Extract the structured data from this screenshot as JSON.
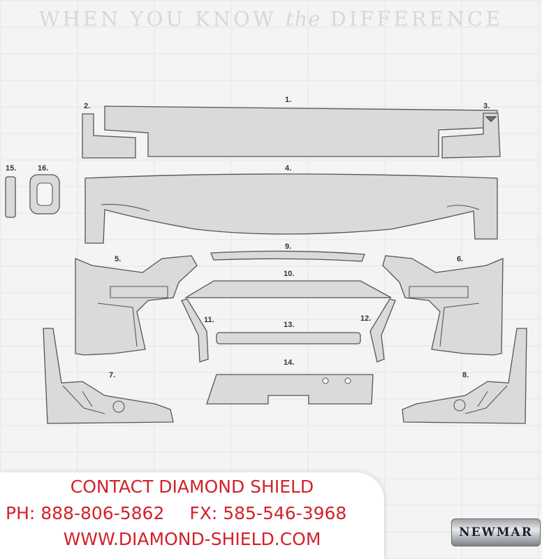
{
  "tagline": {
    "part1": "WHEN YOU KNOW ",
    "part2": "the",
    "part3": " DIFFERENCE"
  },
  "labels": [
    "1.",
    "2.",
    "3.",
    "4.",
    "5.",
    "6.",
    "7.",
    "8.",
    "9.",
    "10.",
    "11.",
    "12.",
    "13.",
    "14.",
    "15.",
    "16."
  ],
  "contact": {
    "title": "CONTACT DIAMOND SHIELD",
    "phone": "PH: 888-806-5862",
    "fax": "FX: 585-546-3968",
    "website": "WWW.DIAMOND-SHIELD.COM"
  },
  "brand": {
    "name": "NEWMAR"
  },
  "colors": {
    "contact_red": "#d2222a",
    "part_fill": "#dadada"
  }
}
